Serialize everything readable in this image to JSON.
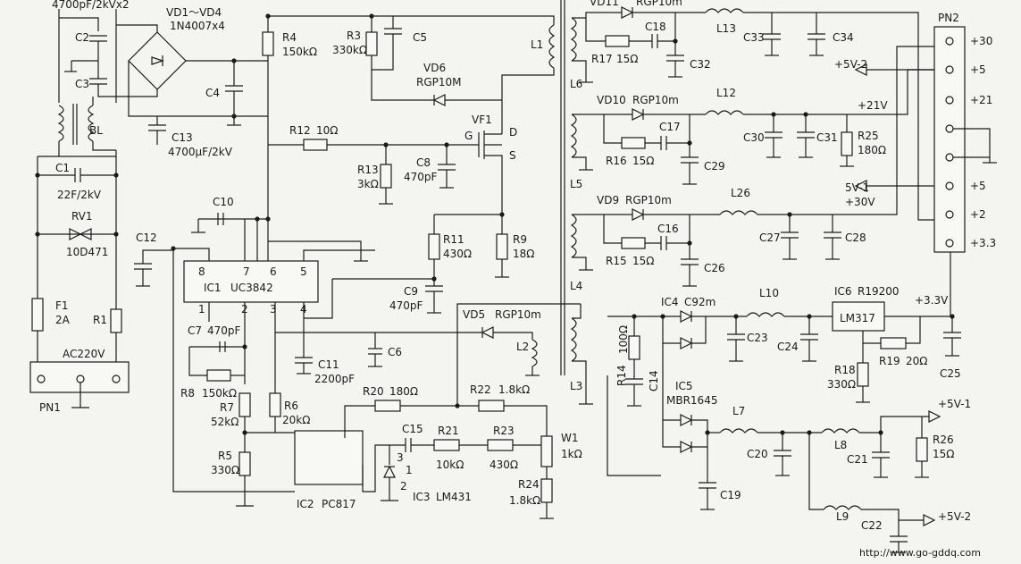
{
  "labels": {
    "c_top": "4700pF/2kVx2",
    "bridge": "VD1～VD4",
    "bridge_part": "1N4007x4",
    "c2": "C2",
    "c3": "C3",
    "bl": "BL",
    "c1": "C1",
    "c1_val": "22F/2kV",
    "rv1": "RV1",
    "rv1_val": "10D471",
    "f1": "F1",
    "f1_val": "2A",
    "r1": "R1",
    "ac": "AC220V",
    "pn1": "PN1",
    "c13": "C13",
    "c13_val": "4700μF/2kV",
    "c4": "C4",
    "r4": "R4",
    "r4_val": "150kΩ",
    "r3": "R3",
    "r3_val": "330kΩ",
    "c5": "C5",
    "vd6": "VD6",
    "vd6_val": "RGP10M",
    "l1": "L1",
    "r12": "R12",
    "r12_val": "10Ω",
    "r13": "R13",
    "r13_val": "3kΩ",
    "c8": "C8",
    "c8_val": "470pF",
    "vf1": "VF1",
    "g": "G",
    "d": "D",
    "s": "S",
    "c10": "C10",
    "c12": "C12",
    "ic1": "IC1",
    "ic1_part": "UC3842",
    "pin8": "8",
    "pin7": "7",
    "pin6": "6",
    "pin5": "5",
    "pin1": "1",
    "pin2": "2",
    "pin3": "3",
    "pin4": "4",
    "r11": "R11",
    "r11_val": "430Ω",
    "r9": "R9",
    "r9_val": "18Ω",
    "c9": "C9",
    "c9_val": "470pF",
    "c7": "C7",
    "c7_val": "470pF",
    "r8": "R8",
    "r8_val": "150kΩ",
    "r7": "R7",
    "r7_val": "52kΩ",
    "r5": "R5",
    "r5_val": "330Ω",
    "r6": "R6",
    "r6_val": "20kΩ",
    "c6": "C6",
    "c11": "C11",
    "c11_val": "2200pF",
    "vd5": "VD5",
    "vd5_val": "RGP10m",
    "l2": "L2",
    "r20": "R20",
    "r20_val": "180Ω",
    "r22": "R22",
    "r22_val": "1.8kΩ",
    "c15": "C15",
    "r21": "R21",
    "r21_val": "10kΩ",
    "r23": "R23",
    "r23_val": "430Ω",
    "w1": "W1",
    "w1_val": "1kΩ",
    "r24": "R24",
    "r24_val": "1.8kΩ",
    "ic2": "IC2",
    "ic2_part": "PC817",
    "ic3": "IC3",
    "ic3_part": "LM431",
    "ic3_p3": "3",
    "ic3_p1": "1",
    "ic3_p2": "2",
    "vd11": "VD11",
    "vd11_val": "RGP10m",
    "c18": "C18",
    "r17": "R17",
    "r17_val": "15Ω",
    "c32": "C32",
    "l13": "L13",
    "c33": "C33",
    "c34": "C34",
    "l6": "L6",
    "vd10": "VD10",
    "vd10_val": "RGP10m",
    "c17": "C17",
    "l12": "L12",
    "r16": "R16",
    "r16_val": "15Ω",
    "c29": "C29",
    "c30": "C30",
    "c31": "C31",
    "r25": "R25",
    "r25_val": "180Ω",
    "l5": "L5",
    "vd9": "VD9",
    "vd9_val": "RGP10m",
    "c16": "C16",
    "l26": "L26",
    "r15": "R15",
    "r15_val": "15Ω",
    "c26": "C26",
    "c27": "C27",
    "c28": "C28",
    "l4": "L4",
    "ic4": "IC4",
    "ic4_part": "C92m",
    "l10": "L10",
    "ic6": "IC6",
    "ic6_part": "R19200",
    "lm317": "LM317",
    "r14": "R14",
    "r14_val": "100Ω",
    "c14": "C14",
    "c23": "C23",
    "c24": "C24",
    "r18": "R18",
    "r18_val": "330Ω",
    "r19": "R19",
    "r19_val": "20Ω",
    "c25": "C25",
    "l3": "L3",
    "ic5": "IC5",
    "ic5_part": "MBR1645",
    "l7": "L7",
    "l8": "L8",
    "l9": "L9",
    "c19": "C19",
    "c20": "C20",
    "c21": "C21",
    "c22": "C22",
    "r26": "R26",
    "r26_val": "15Ω",
    "pn2": "PN2",
    "out_5v2": "+5V-2",
    "out_21v": "+21V",
    "out_5v1": "5V-1",
    "out_30v": "+30V",
    "out_33v": "+3.3V",
    "out_5v1_b": "+5V-1",
    "out_5v2_b": "+5V-2",
    "pn2_pins": [
      "+30",
      "+5",
      "+21",
      "",
      "",
      "+5",
      "+2",
      "+3.3"
    ],
    "watermark": "http://www.go-gddq.com"
  }
}
